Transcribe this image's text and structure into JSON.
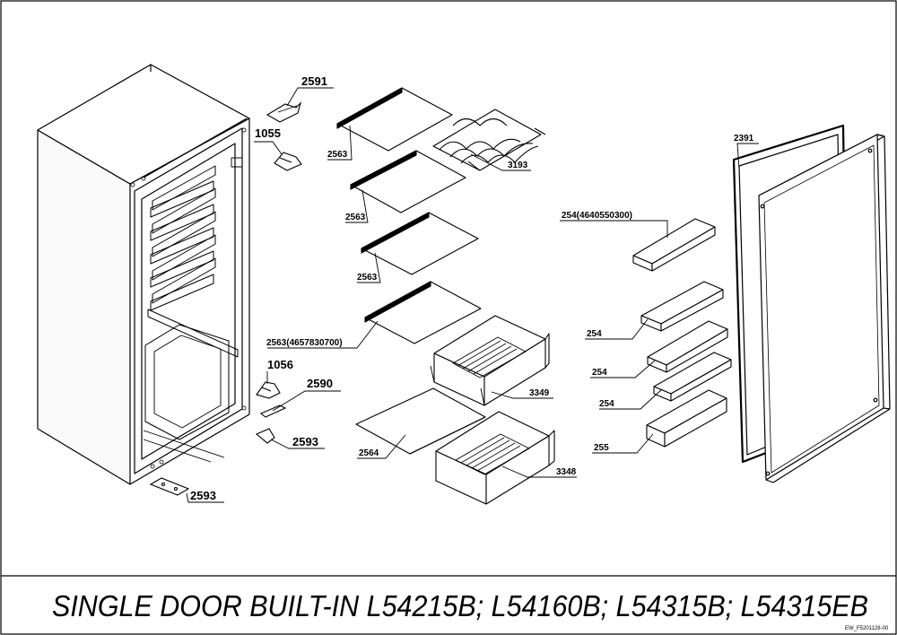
{
  "title": "SINGLE DOOR BUILT-IN L54215B; L54160B; L54315B; L54315EB",
  "drawing_code": "EW_F5201128-00",
  "part_labels": {
    "p2591": "2591",
    "p1055": "1055",
    "p1056": "1056",
    "p2590": "2590",
    "p2593a": "2593",
    "p2593b": "2593",
    "p2563a": "2563",
    "p2563b": "2563",
    "p2563c": "2563",
    "p2563d": "2563(4657830700)",
    "p3193": "3193",
    "p3349": "3349",
    "p2564": "2564",
    "p3348": "3348",
    "p254a": "254(4640550300)",
    "p254b": "254",
    "p254c": "254",
    "p254d": "254",
    "p255": "255",
    "p2391": "2391"
  }
}
